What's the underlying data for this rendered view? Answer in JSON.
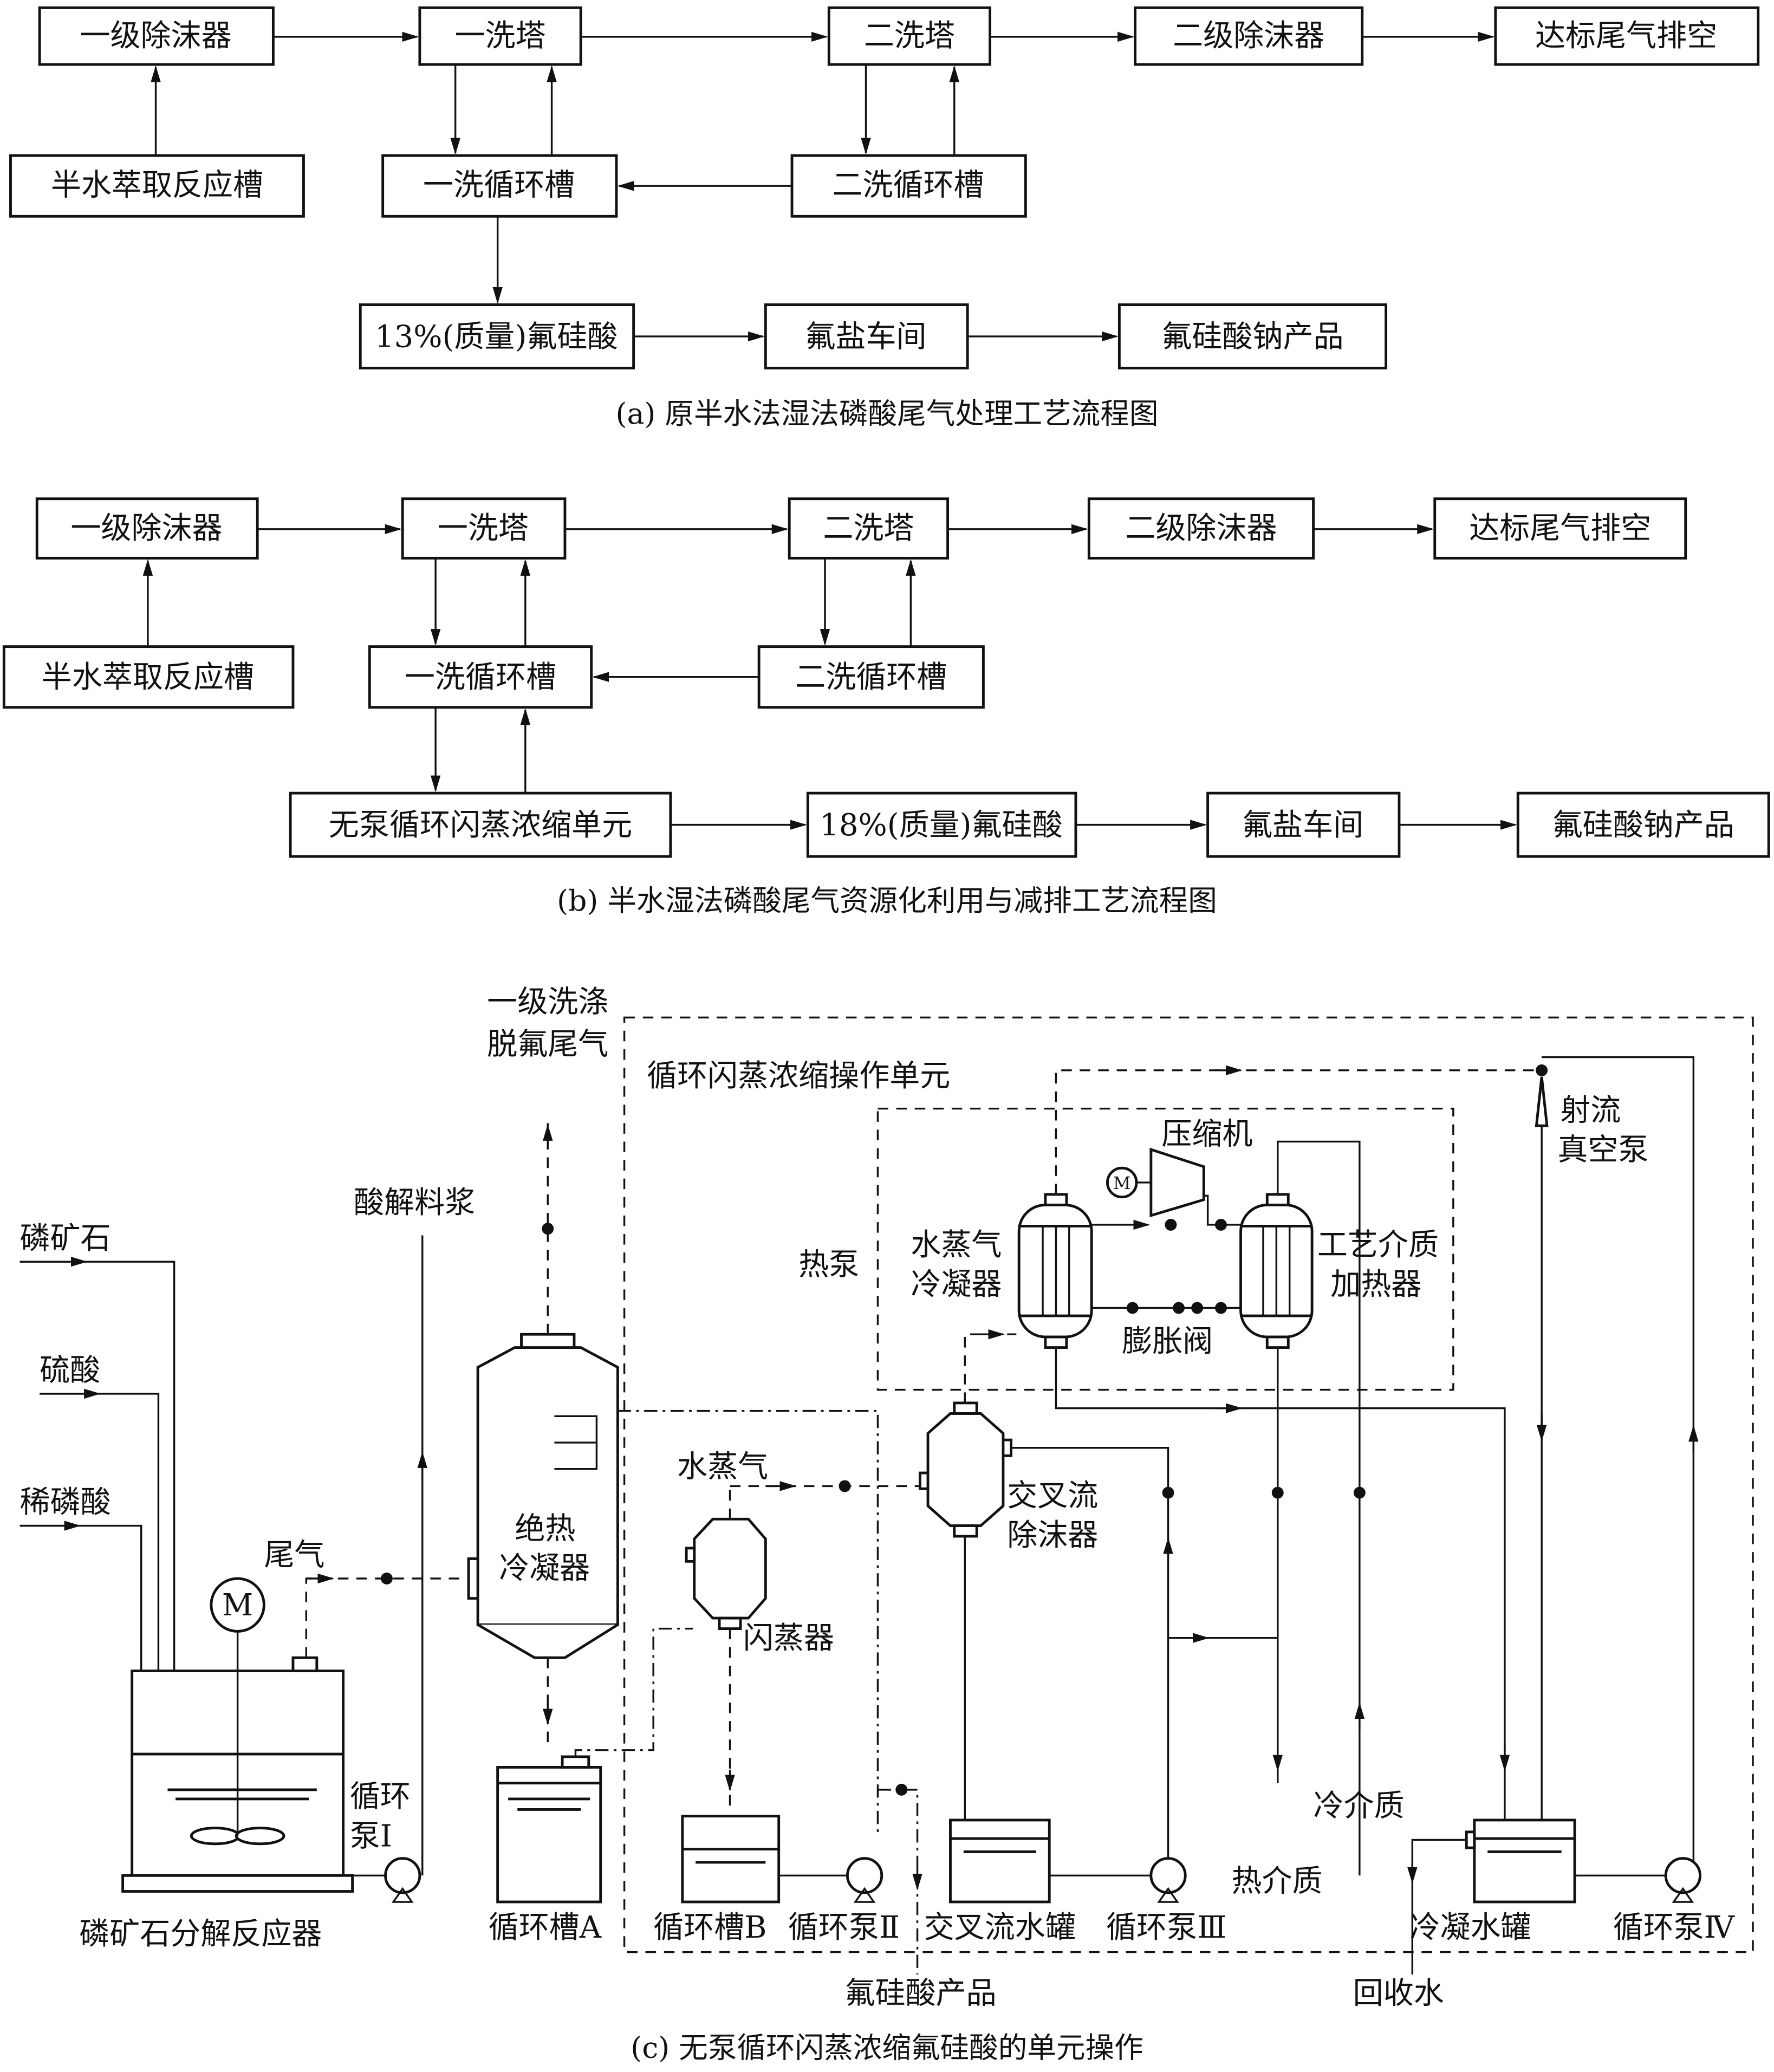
{
  "diagram_a": {
    "boxes": [
      "一级除沫器",
      "一洗塔",
      "二洗塔",
      "二级除沫器",
      "达标尾气排空",
      "半水萃取反应槽",
      "一洗循环槽",
      "二洗循环槽",
      "13%(质量)氟硅酸",
      "氟盐车间",
      "氟硅酸钠产品"
    ],
    "caption": "(a) 原半水法湿法磷酸尾气处理工艺流程图"
  },
  "diagram_b": {
    "boxes": [
      "一级除沫器",
      "一洗塔",
      "二洗塔",
      "二级除沫器",
      "达标尾气排空",
      "半水萃取反应槽",
      "一洗循环槽",
      "二洗循环槽",
      "无泵循环闪蒸浓缩单元",
      "18%(质量)氟硅酸",
      "氟盐车间",
      "氟硅酸钠产品"
    ],
    "caption": "(b) 半水湿法磷酸尾气资源化利用与减排工艺流程图"
  },
  "diagram_c": {
    "labels": {
      "offgas_1": "一级洗涤",
      "offgas_2": "脱氟尾气",
      "unit": "循环闪蒸浓缩操作单元",
      "compressor": "压缩机",
      "jet_1": "射流",
      "jet_2": "真空泵",
      "heat_pump": "热泵",
      "steam_cond_1": "水蒸气",
      "steam_cond_2": "冷凝器",
      "heater_1": "工艺介质",
      "heater_2": "加热器",
      "valve": "膨胀阀",
      "slurry": "酸解料浆",
      "rock": "磷矿石",
      "sulfuric": "硫酸",
      "dilute": "稀磷酸",
      "tailgas": "尾气",
      "adiabatic_1": "绝热",
      "adiabatic_2": "冷凝器",
      "steam": "水蒸气",
      "demister_1": "交叉流",
      "demister_2": "除沫器",
      "flash": "闪蒸器",
      "pump1_1": "循环",
      "pump1_2": "泵Ⅰ",
      "cold": "冷介质",
      "hot": "热介质",
      "reactor": "磷矿石分解反应器",
      "tank_a": "循环槽A",
      "tank_b": "循环槽B",
      "pump2": "循环泵Ⅱ",
      "cross_tank": "交叉流水罐",
      "pump3": "循环泵Ⅲ",
      "cond_tank": "冷凝水罐",
      "pump4": "循环泵Ⅳ",
      "product": "氟硅酸产品",
      "recovered": "回收水",
      "motor": "M"
    },
    "caption": "(c) 无泵循环闪蒸浓缩氟硅酸的单元操作"
  }
}
